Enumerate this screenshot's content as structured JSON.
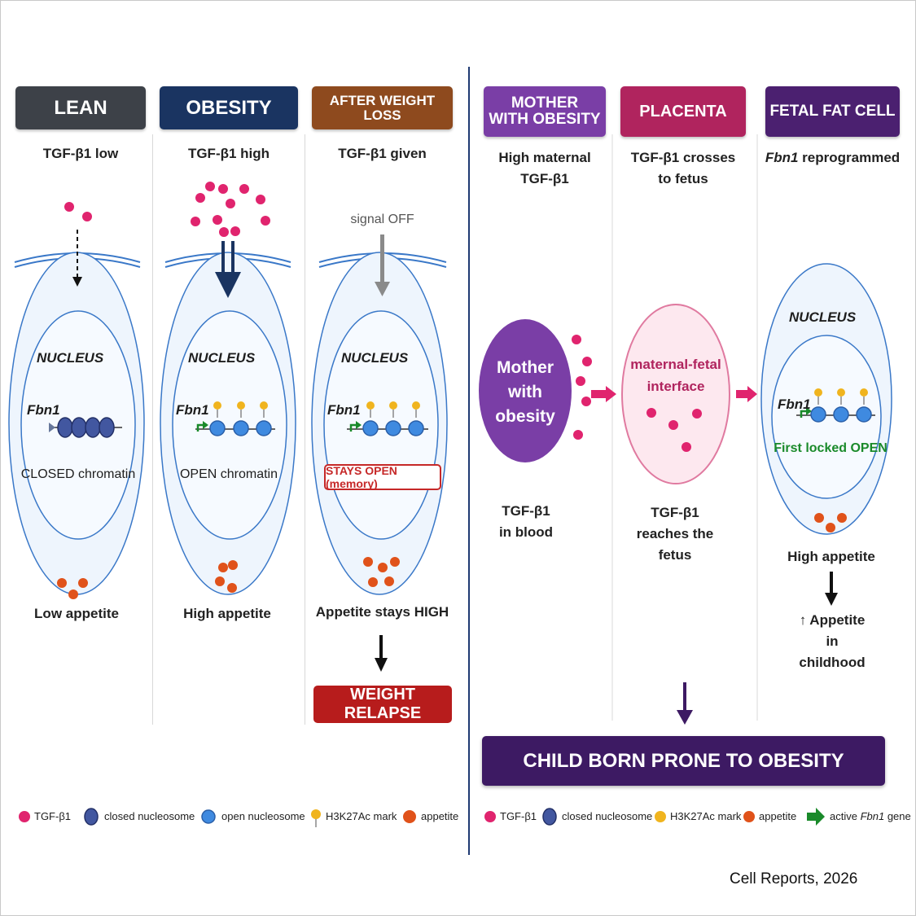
{
  "left": {
    "panels": [
      {
        "header": "LEAN",
        "header_color": "#3d4148",
        "subtitle": "TGF-β1 low",
        "nucleus_label": "NUCLEUS",
        "gene": "Fbn1",
        "chromatin": "CLOSED chromatin",
        "bottom": "Low appetite"
      },
      {
        "header": "OBESITY",
        "header_color": "#1a3461",
        "subtitle": "TGF-β1 high",
        "nucleus_label": "NUCLEUS",
        "gene": "Fbn1",
        "chromatin": "OPEN chromatin",
        "bottom": "High appetite"
      },
      {
        "header": "AFTER WEIGHT LOSS",
        "header_color": "#8e4a1e",
        "subtitle": "TGF-β1 given",
        "signal": "signal OFF",
        "nucleus_label": "NUCLEUS",
        "gene": "Fbn1",
        "chromatin": "STAYS OPEN (memory)",
        "bottom": "Appetite stays HIGH",
        "outcome": "WEIGHT RELAPSE"
      }
    ],
    "legend": [
      "TGF-β1",
      "closed nucleosome",
      "open nucleosome",
      "H3K27Ac mark",
      "appetite"
    ]
  },
  "right": {
    "panels": [
      {
        "header": "MOTHER\nWITH OBESITY",
        "header_color": "#7a3ea6",
        "subtitle": "High maternal\nTGF-β1",
        "circle_text": "Mother\nwith\nobesity",
        "bottom": "TGF-β1\nin blood"
      },
      {
        "header": "PLACENTA",
        "header_color": "#b0245e",
        "subtitle": "TGF-β1 crosses\nto fetus",
        "circle_text": "maternal-fetal\ninterface",
        "bottom": "TGF-β1\nreaches the fetus"
      },
      {
        "header": "FETAL FAT CELL",
        "header_color": "#4b2070",
        "subtitle_gene": "Fbn1",
        "subtitle_rest": " reprogrammed",
        "nucleus_label": "NUCLEUS",
        "gene": "Fbn1",
        "chromatin": "First locked OPEN",
        "bottom": "High appetite",
        "bottom2_arrow": "↑",
        "bottom2": "Appetite in\nchildhood"
      }
    ],
    "outcome": "CHILD BORN PRONE TO OBESITY",
    "legend": [
      "TGF-β1",
      "closed nucleosome",
      "H3K27Ac mark",
      "appetite",
      "active ",
      "Fbn1",
      " gene"
    ]
  },
  "credit": "Cell Reports, 2026",
  "colors": {
    "tgf": "#e0246e",
    "appetite": "#e0521a",
    "mark": "#f0b41e",
    "closed": "#4257a0",
    "open": "#3f8ae0",
    "gene_arrow": "#1a8a2a",
    "relapse": "#b71c1c",
    "child": "#3d1a63"
  }
}
